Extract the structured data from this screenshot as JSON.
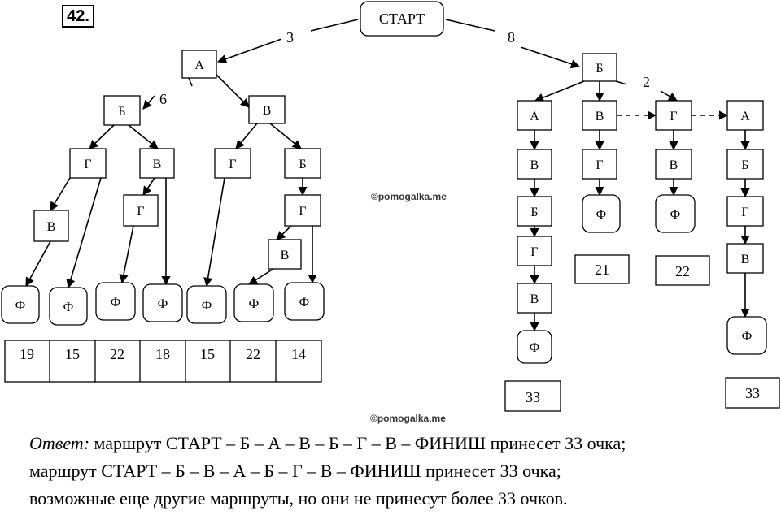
{
  "problem_number": "42.",
  "watermark": "©pomogalka.me",
  "start_label": "СТАРТ",
  "nodes": [
    {
      "id": "A1",
      "label": "А"
    },
    {
      "id": "B8",
      "label": "Б"
    },
    {
      "id": "Bl",
      "label": "Б"
    },
    {
      "id": "Vl",
      "label": "В"
    },
    {
      "id": "G1",
      "label": "Г"
    },
    {
      "id": "V2",
      "label": "В"
    },
    {
      "id": "V3",
      "label": "В"
    },
    {
      "id": "G2",
      "label": "Г"
    },
    {
      "id": "G3",
      "label": "Г"
    },
    {
      "id": "B2",
      "label": "Б"
    },
    {
      "id": "G4",
      "label": "Г"
    },
    {
      "id": "V4",
      "label": "В"
    },
    {
      "id": "F1",
      "label": "Ф"
    },
    {
      "id": "F2",
      "label": "Ф"
    },
    {
      "id": "F3",
      "label": "Ф"
    },
    {
      "id": "F4",
      "label": "Ф"
    },
    {
      "id": "F5",
      "label": "Ф"
    },
    {
      "id": "F6",
      "label": "Ф"
    },
    {
      "id": "F7",
      "label": "Ф"
    },
    {
      "id": "c1a",
      "label": "А"
    },
    {
      "id": "c1b",
      "label": "В"
    },
    {
      "id": "c1c",
      "label": "Б"
    },
    {
      "id": "c1d",
      "label": "Г"
    },
    {
      "id": "c1e",
      "label": "В"
    },
    {
      "id": "c1f",
      "label": "Ф"
    },
    {
      "id": "c2a",
      "label": "В"
    },
    {
      "id": "c2b",
      "label": "Г"
    },
    {
      "id": "c2c",
      "label": "Ф"
    },
    {
      "id": "c3a",
      "label": "Г"
    },
    {
      "id": "c3b",
      "label": "В"
    },
    {
      "id": "c3c",
      "label": "Ф"
    },
    {
      "id": "c4a",
      "label": "А"
    },
    {
      "id": "c4b",
      "label": "Б"
    },
    {
      "id": "c4c",
      "label": "Г"
    },
    {
      "id": "c4d",
      "label": "В"
    },
    {
      "id": "c4e",
      "label": "Ф"
    }
  ],
  "edge_labels": [
    "3",
    "8",
    "6",
    "2"
  ],
  "left_scores": [
    "19",
    "15",
    "22",
    "18",
    "15",
    "22",
    "14"
  ],
  "right_scores": [
    "33",
    "21",
    "22",
    "33"
  ],
  "answer": {
    "label": "Ответ:",
    "line1": " маршрут СТАРТ – Б – А – В – Б – Г – В – ФИНИШ принесет 33 очка;",
    "line2": "маршрут СТАРТ – Б – В – А – Б – Г – В – ФИНИШ принесет 33 очка;",
    "line3": "возможные еще другие маршруты, но они не принесут более 33 очков."
  }
}
